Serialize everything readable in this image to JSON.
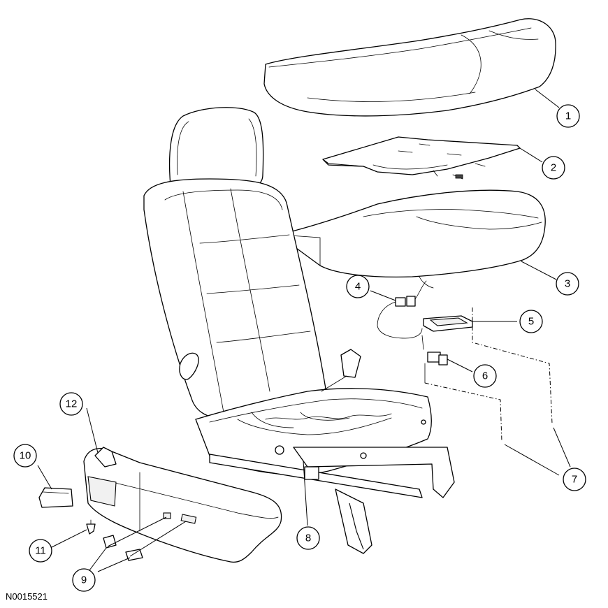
{
  "figure": {
    "id_code": "N0015521"
  },
  "callouts": [
    {
      "number": "1"
    },
    {
      "number": "2"
    },
    {
      "number": "3"
    },
    {
      "number": "4"
    },
    {
      "number": "5"
    },
    {
      "number": "6"
    },
    {
      "number": "7"
    },
    {
      "number": "8"
    },
    {
      "number": "9"
    },
    {
      "number": "10"
    },
    {
      "number": "11"
    },
    {
      "number": "12"
    }
  ]
}
